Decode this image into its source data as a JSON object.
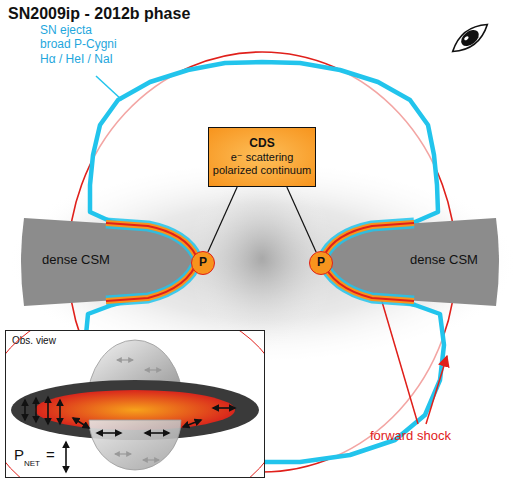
{
  "diagram": {
    "title": "SN2009ip - 2012b phase",
    "nodes": [
      {
        "text": [
          "CDS",
          "e⁻ scattering polarized continuum"
        ]
      },
      {
        "text": [
          "P"
        ]
      },
      {
        "text": [
          "P"
        ]
      },
      {
        "text": [
          "dense CSM"
        ]
      },
      {
        "text": [
          "dense CSM"
        ]
      },
      {
        "text": [
          "Obs. view"
        ]
      }
    ],
    "edges": [
      {
        "from": 0,
        "to": 1,
        "arrow": "none"
      },
      {
        "from": 0,
        "to": 2,
        "arrow": "none"
      }
    ],
    "labels": [
      "SN ejecta broad P-Cygni Hα / HeI / NaI",
      "forward shock",
      "P",
      "NET",
      "="
    ]
  }
}
